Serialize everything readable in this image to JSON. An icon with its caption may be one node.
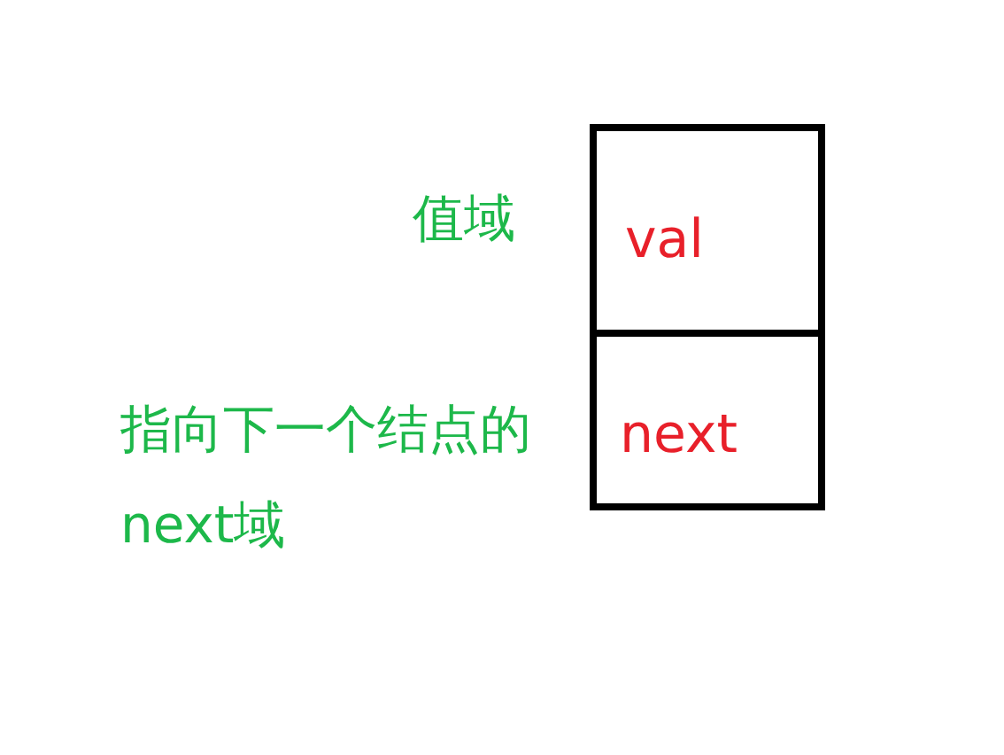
{
  "diagram": {
    "nodes": [
      {
        "text": [
          "val"
        ],
        "beside": [
          "值域"
        ]
      },
      {
        "text": [
          "next"
        ],
        "beside": [
          "指向下一个结点的next域"
        ]
      }
    ]
  }
}
